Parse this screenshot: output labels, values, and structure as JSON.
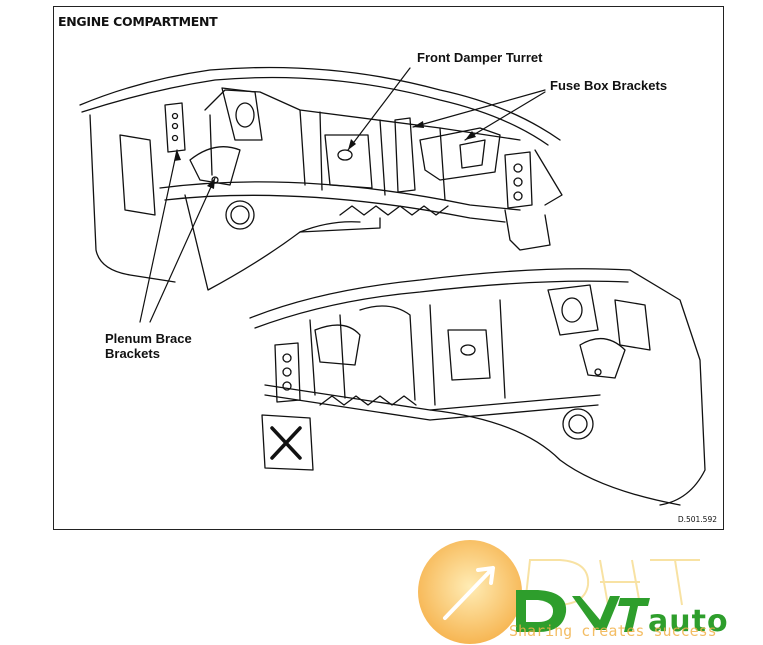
{
  "figure": {
    "title": "ENGINE COMPARTMENT",
    "reference": "D.501.592"
  },
  "callouts": {
    "front_damper_turret": "Front Damper Turret",
    "fuse_box_brackets": "Fuse Box Brackets",
    "plenum_brace_line1": "Plenum Brace",
    "plenum_brace_line2": "Brackets"
  },
  "watermark": {
    "brand_suffix": "auto",
    "tagline": "Sharing creates success",
    "colors": {
      "green": "#2e9e2c",
      "orange": "#f4a32a",
      "yellow": "#f7c84a"
    }
  }
}
